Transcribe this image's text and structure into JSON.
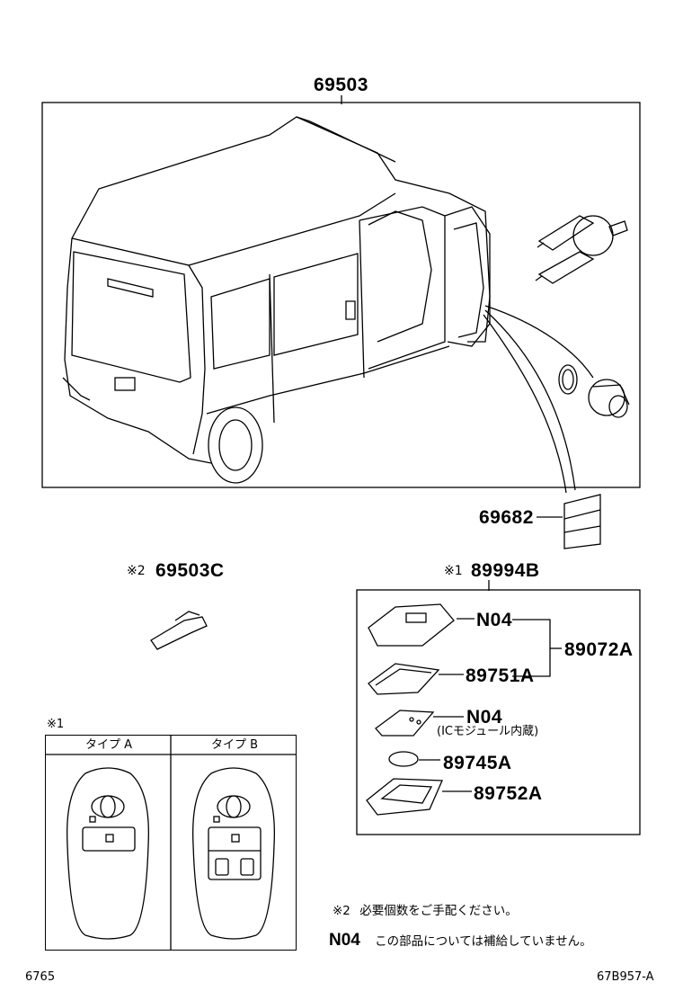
{
  "parts": {
    "kit": "69503",
    "cap": "69682",
    "blank_key": "69503C",
    "smart_key": "89994B",
    "case_upper": "N04",
    "case_assy": "89072A",
    "case_lower": "89751A",
    "module": "N04",
    "module_note": "(ICモジュール内蔵)",
    "battery": "89745A",
    "holder": "89752A"
  },
  "marks": {
    "note2": "※2",
    "note1": "※1",
    "note1_short": "※1"
  },
  "types": {
    "type_a": "タイプ A",
    "type_b": "タイプ B"
  },
  "notes": {
    "line1_mark": "※2",
    "line1_text": "必要個数をご手配ください。",
    "line2_mark": "N04",
    "line2_text": "この部品については補給していません。"
  },
  "footer": {
    "page_left": "6765",
    "page_right": "67B957-A"
  }
}
